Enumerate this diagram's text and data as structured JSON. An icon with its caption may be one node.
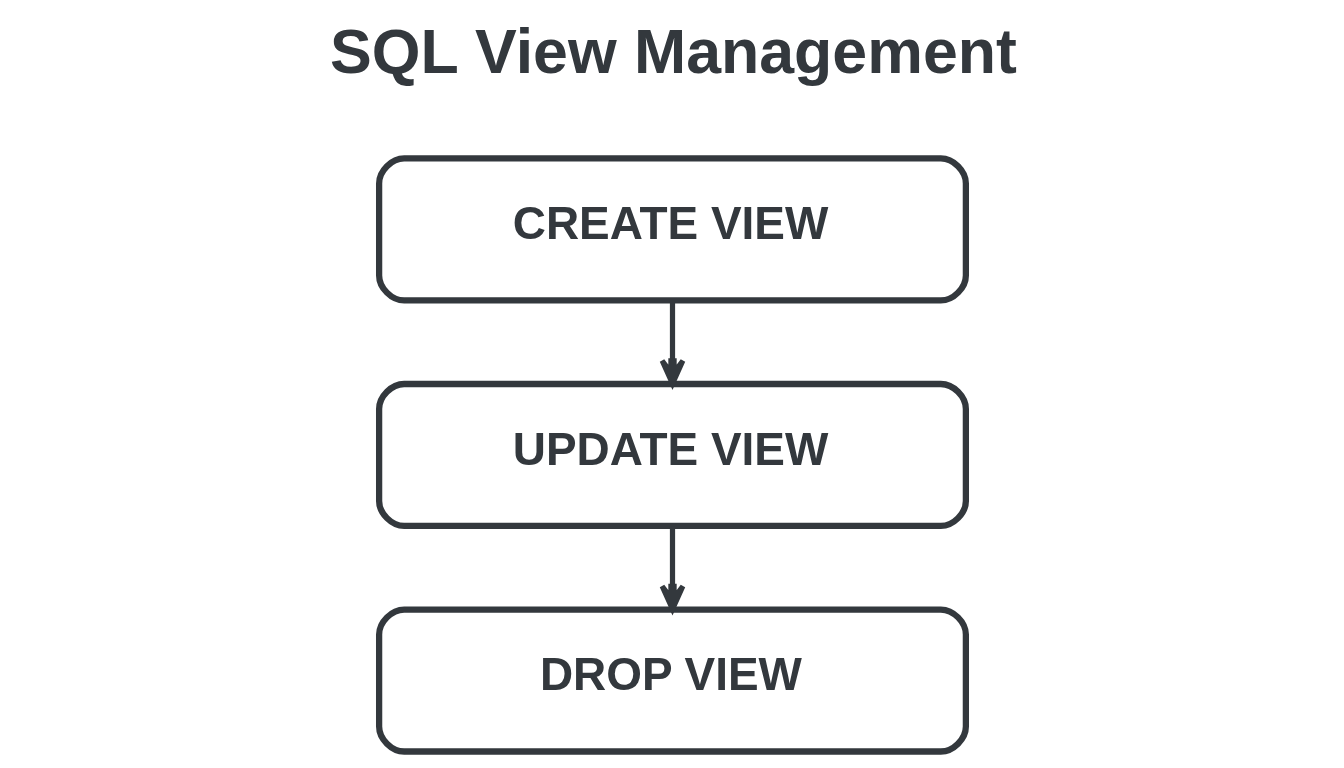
{
  "diagram": {
    "title": "SQL View Management",
    "nodes": [
      {
        "text": [
          "CREATE VIEW"
        ]
      },
      {
        "text": [
          "UPDATE VIEW"
        ]
      },
      {
        "text": [
          "DROP VIEW"
        ]
      }
    ],
    "edges": [
      {
        "from": 0,
        "to": 1,
        "arrow": "to"
      },
      {
        "from": 1,
        "to": 2,
        "arrow": "to"
      }
    ]
  }
}
